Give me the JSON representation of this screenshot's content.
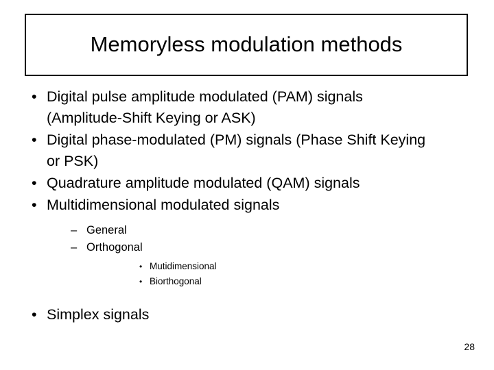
{
  "slide": {
    "title": "Memoryless modulation methods",
    "page_number": "28",
    "colors": {
      "background": "#ffffff",
      "text": "#000000",
      "title_border": "#000000"
    },
    "bullets": {
      "level1_marker": "•",
      "level2_marker": "–",
      "level3_marker": "•"
    },
    "items": [
      {
        "level": 1,
        "text": "Digital pulse amplitude modulated (PAM) signals (Amplitude-Shift Keying or ASK)"
      },
      {
        "level": 1,
        "text": "Digital phase-modulated (PM) signals (Phase Shift Keying or PSK)"
      },
      {
        "level": 1,
        "text": "Quadrature amplitude modulated (QAM) signals"
      },
      {
        "level": 1,
        "text": "Multidimensional modulated signals"
      },
      {
        "level": 2,
        "text": "General"
      },
      {
        "level": 2,
        "text": "Orthogonal"
      },
      {
        "level": 3,
        "text": "Mutidimensional"
      },
      {
        "level": 3,
        "text": "Biorthogonal"
      },
      {
        "level": 1,
        "text": "Simplex signals"
      }
    ]
  }
}
